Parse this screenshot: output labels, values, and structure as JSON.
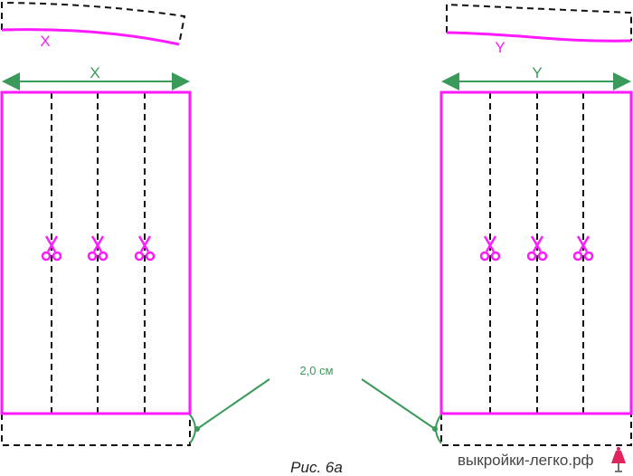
{
  "colors": {
    "outline": "#ff1aff",
    "dimension": "#3a9a5a",
    "fold": "#111111"
  },
  "left_piece": {
    "top_label": "X",
    "width_label": "X"
  },
  "right_piece": {
    "top_label": "Y",
    "width_label": "Y"
  },
  "allowance_label": "2,0 см",
  "caption": "Рис. 6а",
  "watermark": "выкройки-легко.рф",
  "icons": [
    "scissors-icon",
    "dress-icon"
  ]
}
